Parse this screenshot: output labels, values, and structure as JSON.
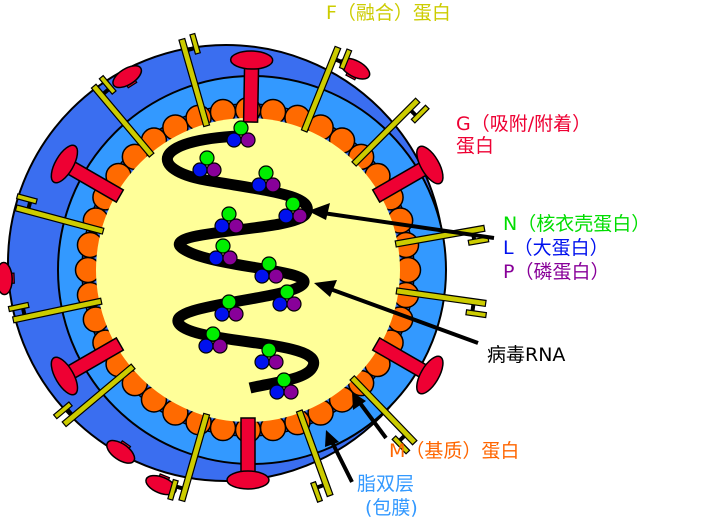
{
  "title": "Virus structure diagram (paramyxovirus)",
  "colors": {
    "outer_envelope": "#3a6ef0",
    "lipid_bilayer": "#3399ff",
    "inner_band": "#3a6ef0",
    "matrix_protein": "#ff6a00",
    "interior": "#ffff99",
    "rna": "#000000",
    "g_protein": "#ee0033",
    "f_protein": "#cccc00",
    "n_protein": "#00ee00",
    "l_protein": "#0011ee",
    "p_protein": "#880099",
    "outline": "#000000"
  },
  "labels": {
    "f_protein": {
      "text": "F（融合）蛋白",
      "color": "#cccc00"
    },
    "g_protein": {
      "line1": "G（吸附/附着）",
      "line2": "蛋白",
      "color": "#ee0033"
    },
    "n_protein": {
      "text": "N（核衣壳蛋白）",
      "color": "#00dd00"
    },
    "l_protein": {
      "text": "L（大蛋白）",
      "color": "#0011ee"
    },
    "p_protein": {
      "text": "P（磷蛋白）",
      "color": "#880099"
    },
    "rna": {
      "text": "病毒RNA",
      "color": "#000000"
    },
    "m_protein": {
      "text": "M（基质）蛋白",
      "color": "#ff6600"
    },
    "lipid_bilayer": {
      "line1": "脂双层",
      "line2": "(包膜)",
      "color": "#3399ff"
    }
  }
}
